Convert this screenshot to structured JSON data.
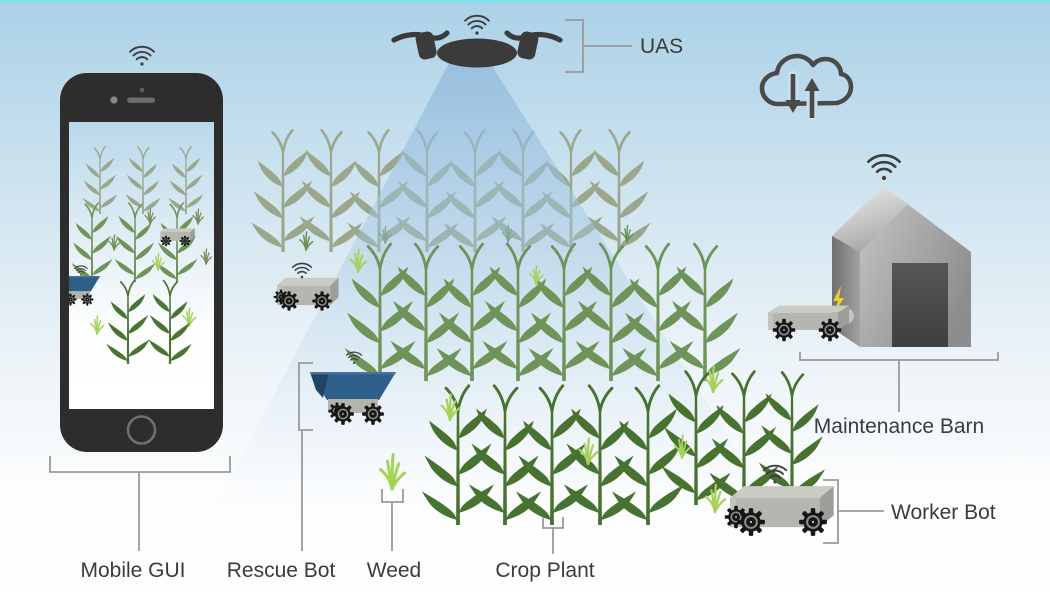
{
  "diagram": {
    "labels": {
      "uas": "UAS",
      "mobile_gui": "Mobile GUI",
      "rescue_bot": "Rescue Bot",
      "weed": "Weed",
      "crop_plant": "Crop Plant",
      "worker_bot": "Worker Bot",
      "maintenance_barn": "Maintenance Barn"
    },
    "icons": {
      "wifi": "wifi-signal-icon",
      "cloud_sync": "cloud-upload-download-icon",
      "drone": "quadcopter-drone-icon",
      "charging": "lightning-bolt-icon"
    },
    "colors": {
      "sky_top": "#abd1e7",
      "beam_blue": "#8fb9dc",
      "label_text": "#3b3b3b",
      "bracket_gray": "#9a9a9a",
      "crop_back_row": "#9aa78c",
      "crop_mid_row": "#6f9459",
      "crop_front_row": "#47722f",
      "weed_bright": "#a8d05c",
      "rescue_hopper_blue": "#2e5e8a",
      "robot_gray": "#b6b6b0",
      "charge_bolt_yellow": "#edd12b"
    }
  }
}
